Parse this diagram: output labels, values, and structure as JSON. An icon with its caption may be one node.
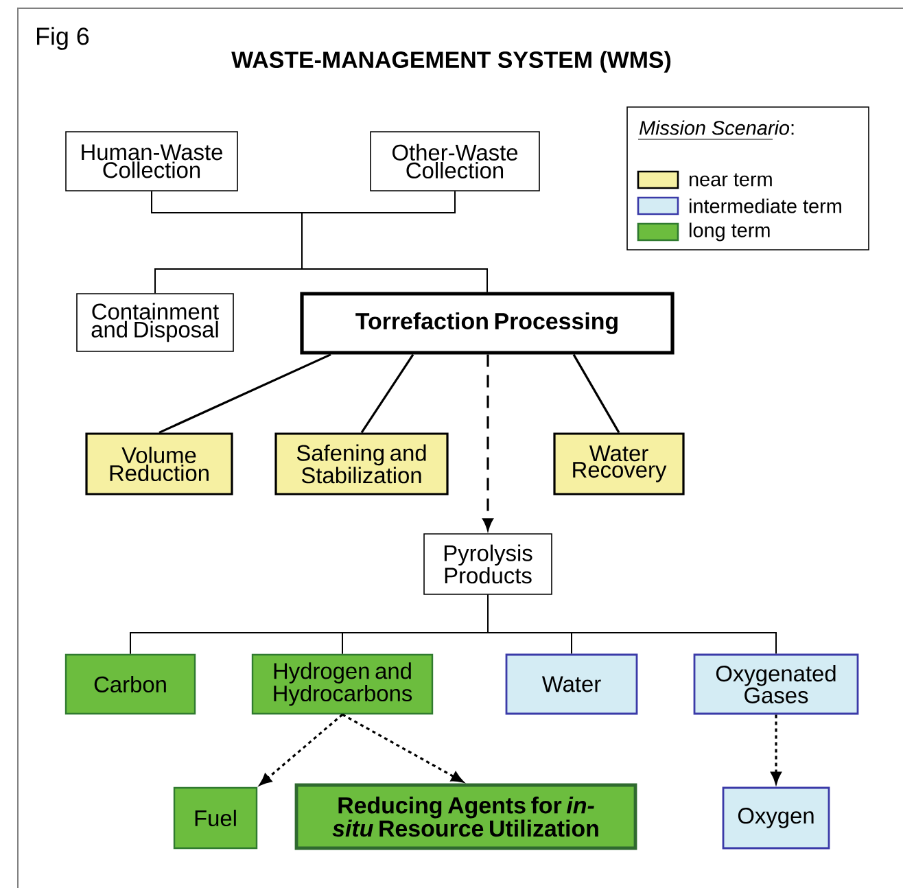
{
  "diagram": {
    "title": "WASTE-MANAGEMENT SYSTEM (WMS)",
    "nodes": [
      {
        "text": [
          "Human-Waste Collection"
        ]
      },
      {
        "text": [
          "Other-Waste Collection"
        ]
      },
      {
        "text": [
          "Containment and Disposal"
        ]
      },
      {
        "text": [
          "Torrefaction Processing"
        ]
      },
      {
        "text": [
          "Volume Reduction"
        ]
      },
      {
        "text": [
          "Safening and Stabilization"
        ]
      },
      {
        "text": [
          "Water Recovery"
        ]
      },
      {
        "text": [
          "Pyrolysis Products"
        ]
      },
      {
        "text": [
          "Carbon"
        ]
      },
      {
        "text": [
          "Hydrogen and Hydrocarbons"
        ]
      },
      {
        "text": [
          "Water"
        ]
      },
      {
        "text": [
          "Oxygenated Gases"
        ]
      },
      {
        "text": [
          "Fuel"
        ]
      },
      {
        "text": [
          "Reducing Agents for *in-situ* Resource Utilization"
        ]
      },
      {
        "text": [
          "Oxygen"
        ]
      }
    ],
    "edges": [
      {
        "from": 0,
        "to": 2,
        "arrow": "none"
      },
      {
        "from": 0,
        "to": 3,
        "arrow": "none"
      },
      {
        "from": 1,
        "to": 2,
        "arrow": "none"
      },
      {
        "from": 1,
        "to": 3,
        "arrow": "none"
      },
      {
        "from": 3,
        "to": 4,
        "arrow": "none"
      },
      {
        "from": 3,
        "to": 5,
        "arrow": "none"
      },
      {
        "from": 3,
        "to": 6,
        "arrow": "none"
      },
      {
        "from": 3,
        "to": 7,
        "arrow": "to",
        "style": "dashed"
      },
      {
        "from": 7,
        "to": 8,
        "arrow": "none"
      },
      {
        "from": 7,
        "to": 9,
        "arrow": "none"
      },
      {
        "from": 7,
        "to": 10,
        "arrow": "none"
      },
      {
        "from": 7,
        "to": 11,
        "arrow": "none"
      },
      {
        "from": 9,
        "to": 12,
        "arrow": "to",
        "style": "dashed"
      },
      {
        "from": 9,
        "to": 13,
        "arrow": "to",
        "style": "dashed"
      },
      {
        "from": 11,
        "to": 14,
        "arrow": "to",
        "style": "dashed"
      }
    ],
    "labels": [
      "Fig 6",
      "*Mission Scenario*:"
    ],
    "legend": [
      {
        "text": "near term",
        "color": "#f6f0a2"
      },
      {
        "text": "intermediate term",
        "color": "#d4ecf4"
      },
      {
        "text": "long term",
        "color": "#6cbd3e"
      }
    ]
  }
}
